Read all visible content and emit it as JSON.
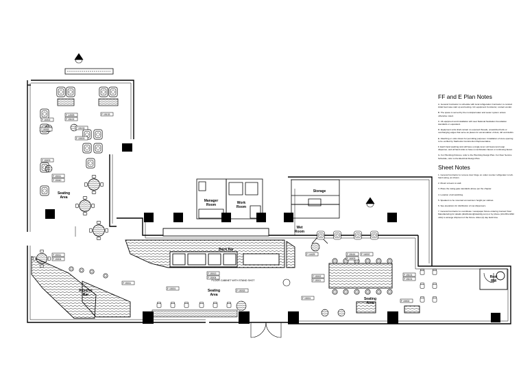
{
  "rooms": {
    "seating_west": "Seating\nArea",
    "manager": "Manager\nRoom",
    "work": "Work\nRoom",
    "storage": "Storage",
    "wet": "Wet\nRoom",
    "back_bar": "Back Bar",
    "reserve_bar": "Reserve\nBar",
    "seating_center": "Seating\nArea",
    "seating_east": "Seating\nArea",
    "rest_rm": "Rest\nRM"
  },
  "cabinet_note": "FLOOR CABINET WITH STAND SHOT",
  "tags": {
    "t1": "F 14925",
    "t2": "F 15102",
    "t3": "F 16002",
    "t4": "F 15133",
    "t5": "F 15009",
    "t6": "F 15133",
    "t7": "F 15003",
    "t8": "F 15003",
    "t9": "F 15011",
    "t10": "F 15040",
    "t11": "F 15011",
    "t12": "F 15004",
    "t13": "F 15011",
    "t14": "F 15013",
    "t15": "F 15004",
    "t16": "F 15001",
    "t17": "F 14425",
    "t18": "F 15161",
    "t19": "F 16002",
    "t20": "F 16003",
    "t21": "F 15002",
    "t22": "F 15011",
    "t23": "F 15001",
    "t24": "F 15101",
    "t25": "F 15101",
    "t26": "F 15002",
    "t27": "F 15033"
  },
  "notes": {
    "title": "FF and E Plan Notes",
    "items": [
      "A. General Contractor to schedule with local refrigeration Contractor to conduct initial food case start up and testing. GC equipment Contractor, contact vendor.",
      "B. The space is served by the municipal water and sewer system unless otherwise noted.",
      "C. All equipment and installation will meet National Sanitation Foundation standards or equivalent.",
      "D. Equipment units shall contain no exposed threads, unsanitized bolts or overhanging edges that serve as places for accumulation of dust, dirt and debris.",
      "E. Attaching or units shown for permitting purposes. Installation of store opening to be verified by Starbucks Construction Representative.",
      "F. Each hand washing sink will have a single lever sub faucet and soap dispenser, and all hand sinks to have a combination faucet or continuing faucet.",
      "G. For Plumbing Fixtures, refer to the Plumbing Design Plan. For Door Service Schedule, refer to the Electrical Design Plan."
    ],
    "sheet_title": "Sheet Notes",
    "sheet_items": [
      "1. General Contractor to remove door hinge on under counter refrigerator to left-hand swing, as shown.",
      "2. Mount screens to wall.",
      "3. Place the swing-gate standards above per the chapter.",
      "4. Location of all switching.",
      "5. Speakers to be mounted at maximum height per cabinet.",
      "6. See elevations for distribution of cup dispensers.",
      "7. General Contractor to coordinate / newspaper fixture ordering Contact Total Manufacturing for details (distribution@totalmfg.com) or by phone (214-651-0292 x111) to arrange shipment of the fixture. Allow (2) day build time."
    ]
  }
}
